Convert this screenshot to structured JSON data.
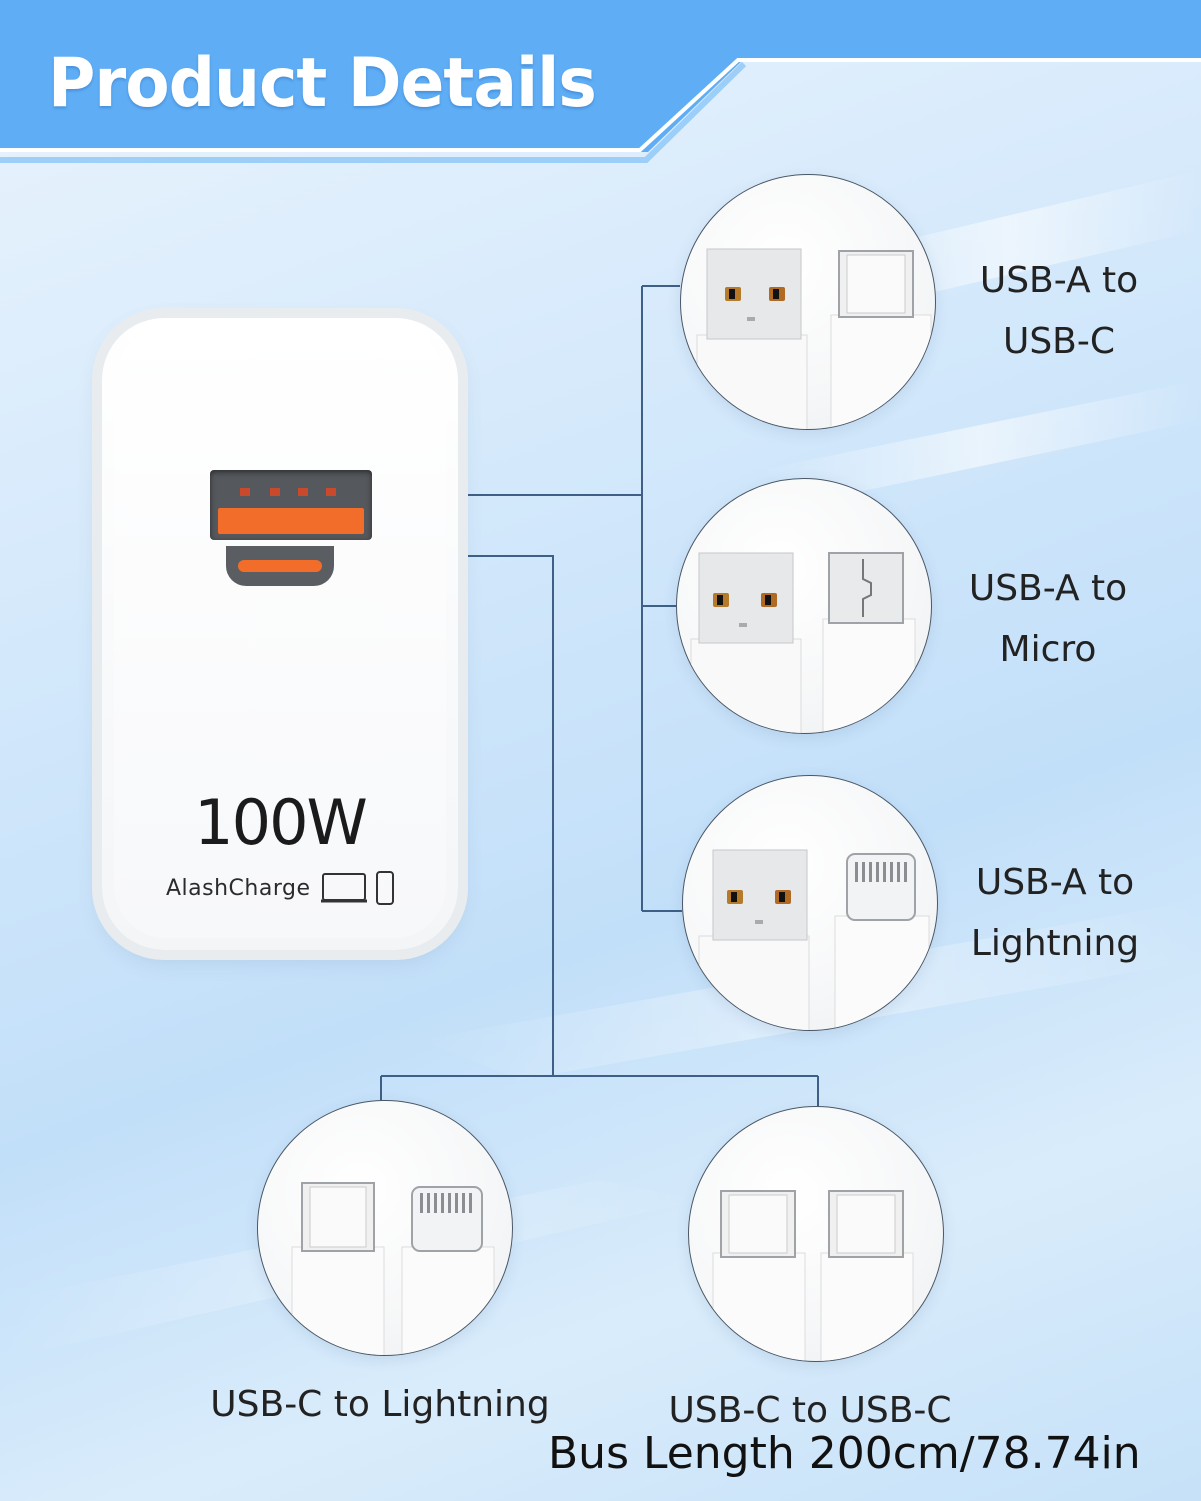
{
  "header": {
    "title": "Product Details"
  },
  "charger": {
    "wattage": "100W",
    "brand": "AlashCharge",
    "device_icon": "laptop-phone-icon"
  },
  "cables": [
    {
      "id": "usba-usbc",
      "line1": "USB-A to",
      "line2": "USB-C"
    },
    {
      "id": "usba-micro",
      "line1": "USB-A to",
      "line2": "Micro"
    },
    {
      "id": "usba-lightning",
      "line1": "USB-A to",
      "line2": "Lightning"
    },
    {
      "id": "usbc-lightning",
      "label": "USB-C to Lightning"
    },
    {
      "id": "usbc-usbc",
      "label": "USB-C to USB-C"
    }
  ],
  "footer": {
    "bus_length": "Bus Length 200cm/78.74in"
  },
  "colors": {
    "header_blue": "#5eadf5",
    "connector_line": "#3e5f86",
    "port_orange": "#f26d2a"
  }
}
